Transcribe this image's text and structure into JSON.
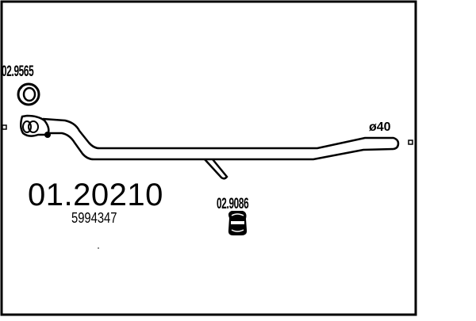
{
  "diagram": {
    "part_number": "01.20210",
    "oe_number": "5994347",
    "diameter_label": "ø40",
    "components": [
      {
        "id": "gasket",
        "label": "02.9565",
        "icon": "ring-gasket-icon"
      },
      {
        "id": "hanger",
        "label": "02.9086",
        "icon": "rubber-hanger-icon"
      }
    ],
    "colors": {
      "line": "#000000",
      "background": "#ffffff"
    }
  }
}
